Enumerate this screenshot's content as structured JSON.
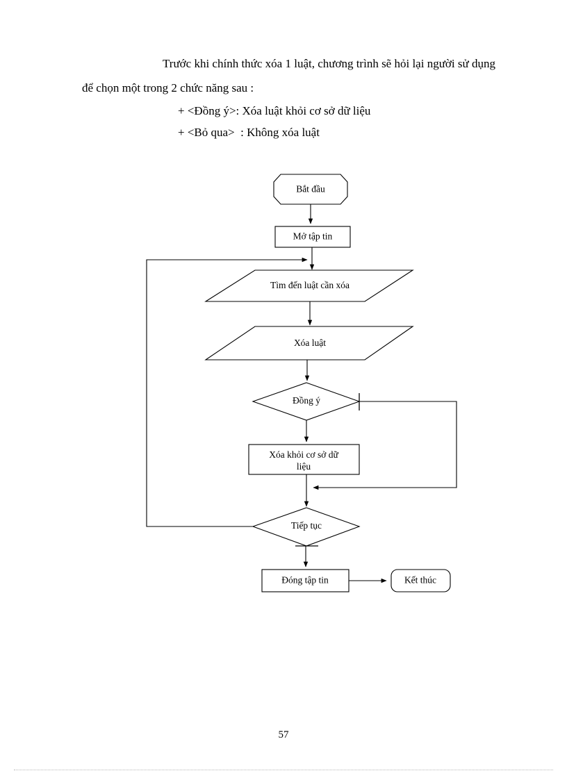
{
  "document": {
    "page_number": "57",
    "paragraphs": [
      "Trước khi chính thức xóa 1 luật, chương trình sẽ hỏi lại người sử dụng để chọn một trong 2 chức năng sau :"
    ],
    "bullets": [
      "+ <Đồng ý>: Xóa luật khỏi cơ sở dữ liệu",
      "+ <Bỏ qua>  : Không xóa luật"
    ]
  },
  "chart_data": {
    "type": "diagram",
    "subtype": "flowchart",
    "title": "",
    "nodes": [
      {
        "id": "start",
        "label": "Bắt đầu",
        "shape": "octagon-terminal"
      },
      {
        "id": "open",
        "label": "Mở tập tin",
        "shape": "rectangle"
      },
      {
        "id": "find",
        "label": "Tìm  đến luật  cần xóa",
        "shape": "parallelogram"
      },
      {
        "id": "delete",
        "label": "Xóa luật",
        "shape": "parallelogram"
      },
      {
        "id": "agree",
        "label": "Đồng ý",
        "shape": "diamond"
      },
      {
        "id": "dbdel",
        "label": "Xóa khỏi cơ sở dữ liệu",
        "shape": "rectangle"
      },
      {
        "id": "cont",
        "label": "Tiếp  tục",
        "shape": "diamond"
      },
      {
        "id": "close",
        "label": "Đóng tập tin",
        "shape": "rectangle"
      },
      {
        "id": "end",
        "label": "Kết thúc",
        "shape": "rounded-rectangle"
      }
    ],
    "edges": [
      {
        "from": "start",
        "to": "open",
        "label": ""
      },
      {
        "from": "open",
        "to": "find",
        "label": ""
      },
      {
        "from": "find",
        "to": "delete",
        "label": ""
      },
      {
        "from": "delete",
        "to": "agree",
        "label": ""
      },
      {
        "from": "agree",
        "to": "dbdel",
        "label": ""
      },
      {
        "from": "agree",
        "to": "cont",
        "label": "",
        "route": "right-bypass"
      },
      {
        "from": "dbdel",
        "to": "cont",
        "label": ""
      },
      {
        "from": "cont",
        "to": "find",
        "label": "",
        "route": "left-loopback"
      },
      {
        "from": "cont",
        "to": "close",
        "label": ""
      },
      {
        "from": "close",
        "to": "end",
        "label": ""
      }
    ],
    "labels": {
      "start": "Bắt đầu",
      "open": "Mở tập tin",
      "find": "Tìm  đến luật  cần xóa",
      "delete": "Xóa luật",
      "agree": "Đồng ý",
      "dbdel_line1": "Xóa khỏi cơ sở dữ",
      "dbdel_line2": "liệu",
      "cont": "Tiếp  tục",
      "close": "Đóng tập tin",
      "end": "Kết thúc"
    },
    "colors": {
      "stroke": "#000000",
      "fill": "#ffffff",
      "text": "#000000"
    }
  }
}
